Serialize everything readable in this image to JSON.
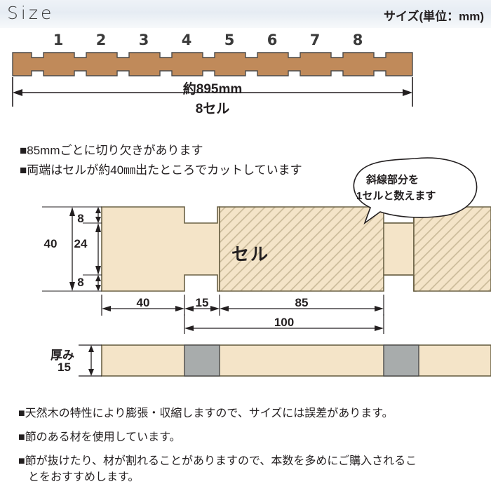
{
  "header": {
    "title": "Size",
    "unit_note": "サイズ(単位：mm)"
  },
  "cell_numbers": [
    "1",
    "2",
    "3",
    "4",
    "5",
    "6",
    "7",
    "8"
  ],
  "overall": {
    "length_label": "約895mm",
    "cells_label": "8セル"
  },
  "notes_top": [
    "■85mmごとに切り欠きがあります",
    "■両端はセルが約40㎜出たところでカットしています"
  ],
  "callout": {
    "line1": "斜線部分を",
    "line2": "1セルと数えます"
  },
  "section": {
    "cell_label": "セル",
    "vertical_dims": {
      "total": "40",
      "top_notch": "8",
      "middle": "24",
      "bottom_notch": "8"
    },
    "horizontal_dims": {
      "end": "40",
      "notch": "15",
      "cell": "85",
      "pitch": "100"
    }
  },
  "thickness": {
    "label": "厚み",
    "value": "15"
  },
  "notes_bottom": [
    "■天然木の特性により膨張・収縮しますので、サイズには誤差があります。",
    "■節のある材を使用しています。",
    "■節が抜けたり、材が割れることがありますので、本数を多めにご購入されるこ",
    "とをおすすめします。"
  ],
  "colors": {
    "wood_brown": "#c08a5a",
    "wood_cream": "#f4e4c8",
    "outline_olive": "#6b6246",
    "gray_block": "#a8acac",
    "header_band": "#e9eff5",
    "ink": "#231f20"
  },
  "chart_data": {
    "type": "table",
    "title": "Size (unit: mm)",
    "rows": [
      {
        "name": "total length",
        "value": "約895mm"
      },
      {
        "name": "cells",
        "value": "8セル"
      },
      {
        "name": "height total",
        "value": "40"
      },
      {
        "name": "top notch depth",
        "value": "8"
      },
      {
        "name": "middle",
        "value": "24"
      },
      {
        "name": "bottom notch depth",
        "value": "8"
      },
      {
        "name": "end length",
        "value": "40"
      },
      {
        "name": "notch width",
        "value": "15"
      },
      {
        "name": "cell width",
        "value": "85"
      },
      {
        "name": "pitch",
        "value": "100"
      },
      {
        "name": "thickness",
        "value": "15"
      }
    ]
  }
}
